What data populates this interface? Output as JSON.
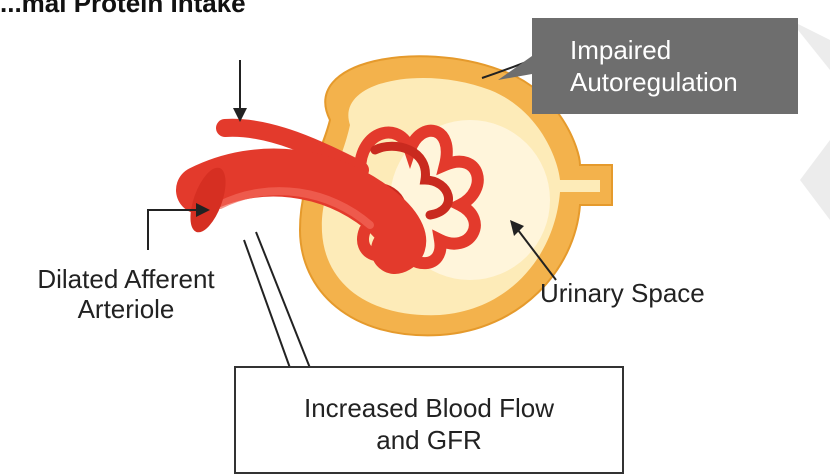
{
  "title": "...mal Protein Intake",
  "labels": {
    "impaired_line1": "Impaired",
    "impaired_line2": "Autoregulation",
    "afferent_line1": "Dilated Afferent",
    "afferent_line2": "Arteriole",
    "urinary_space": "Urinary Space",
    "blood_flow_line1": "Increased Blood Flow",
    "blood_flow_line2": "and GFR"
  },
  "colors": {
    "vessel": "#e33a2c",
    "vessel_dark": "#b8231a",
    "capsule_outer": "#f3b24c",
    "capsule_inner": "#fde9b6",
    "callout_bg": "#6e6e6e"
  }
}
